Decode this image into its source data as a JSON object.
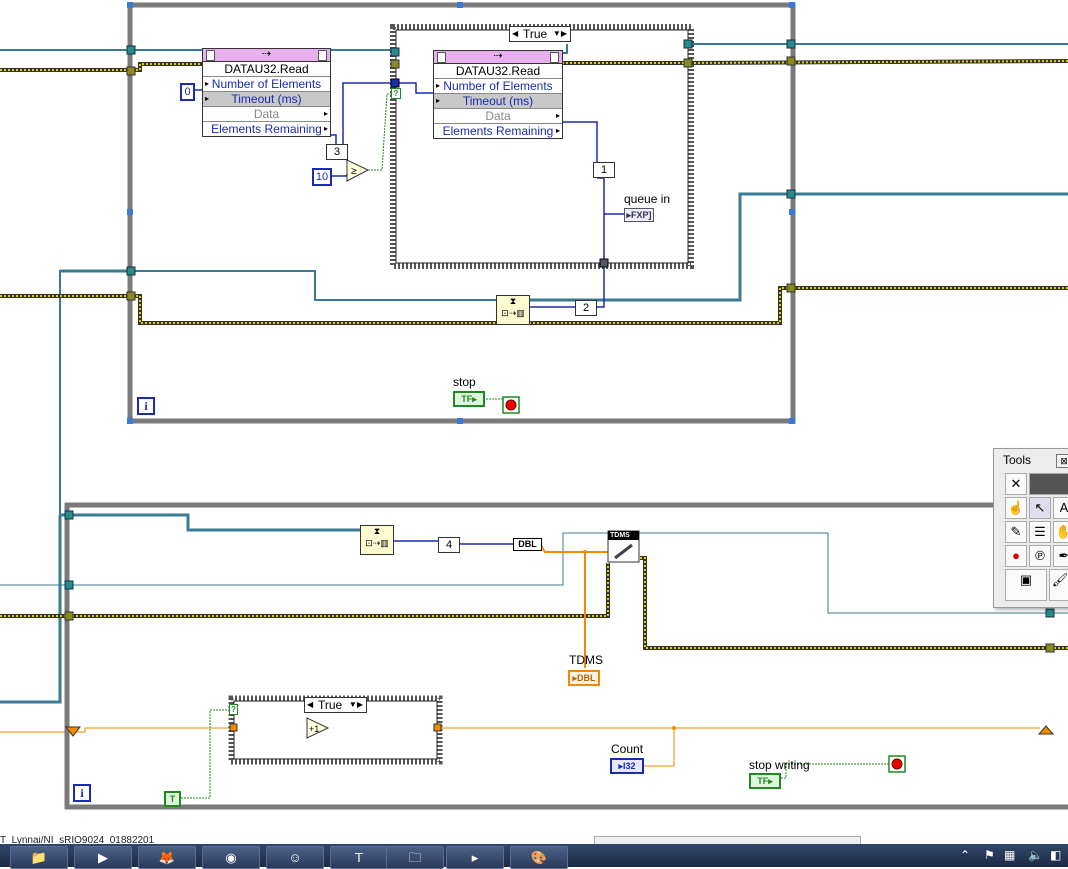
{
  "top_loop": {
    "iteration_terminal": "i",
    "stop_label": "stop",
    "stop_terminal": "TF"
  },
  "read_node_1": {
    "title": "DATAU32.Read",
    "rows": [
      "Number of Elements",
      "Timeout (ms)",
      "Data",
      "Elements Remaining"
    ]
  },
  "read_node_2": {
    "title": "DATAU32.Read",
    "rows": [
      "Number of Elements",
      "Timeout (ms)",
      "Data",
      "Elements Remaining"
    ]
  },
  "case_top": {
    "selector": "True"
  },
  "constants": {
    "zero": "0",
    "three": "3",
    "ten": "10",
    "one": "1",
    "two": "2",
    "four": "4"
  },
  "queue_in": {
    "label": "queue in",
    "terminal": "FXP"
  },
  "bottom_loop": {
    "iteration_terminal": "i",
    "dbl_terminal": "DBL",
    "tdms_header": "TDMS",
    "tdms_label": "TDMS",
    "tdms_terminal": "DBL",
    "count_label": "Count",
    "count_terminal": "I32",
    "stop_writing_label": "stop writing",
    "stop_writing_terminal": "TF",
    "true_const": "T"
  },
  "case_bottom": {
    "selector": "True"
  },
  "tools_palette": {
    "title": "Tools",
    "close": "⊠"
  },
  "status_bar": {
    "text": "T_Lynnai/NI_sRIO9024_01882201"
  },
  "colors": {
    "cluster_wire": "#3a7a92",
    "error_wire": "#d4c400",
    "int_wire": "#1a2bb0",
    "dbl_wire": "#f08a00",
    "bool_wire": "#1f8a1f",
    "loop_border": "#7a7a7a"
  }
}
